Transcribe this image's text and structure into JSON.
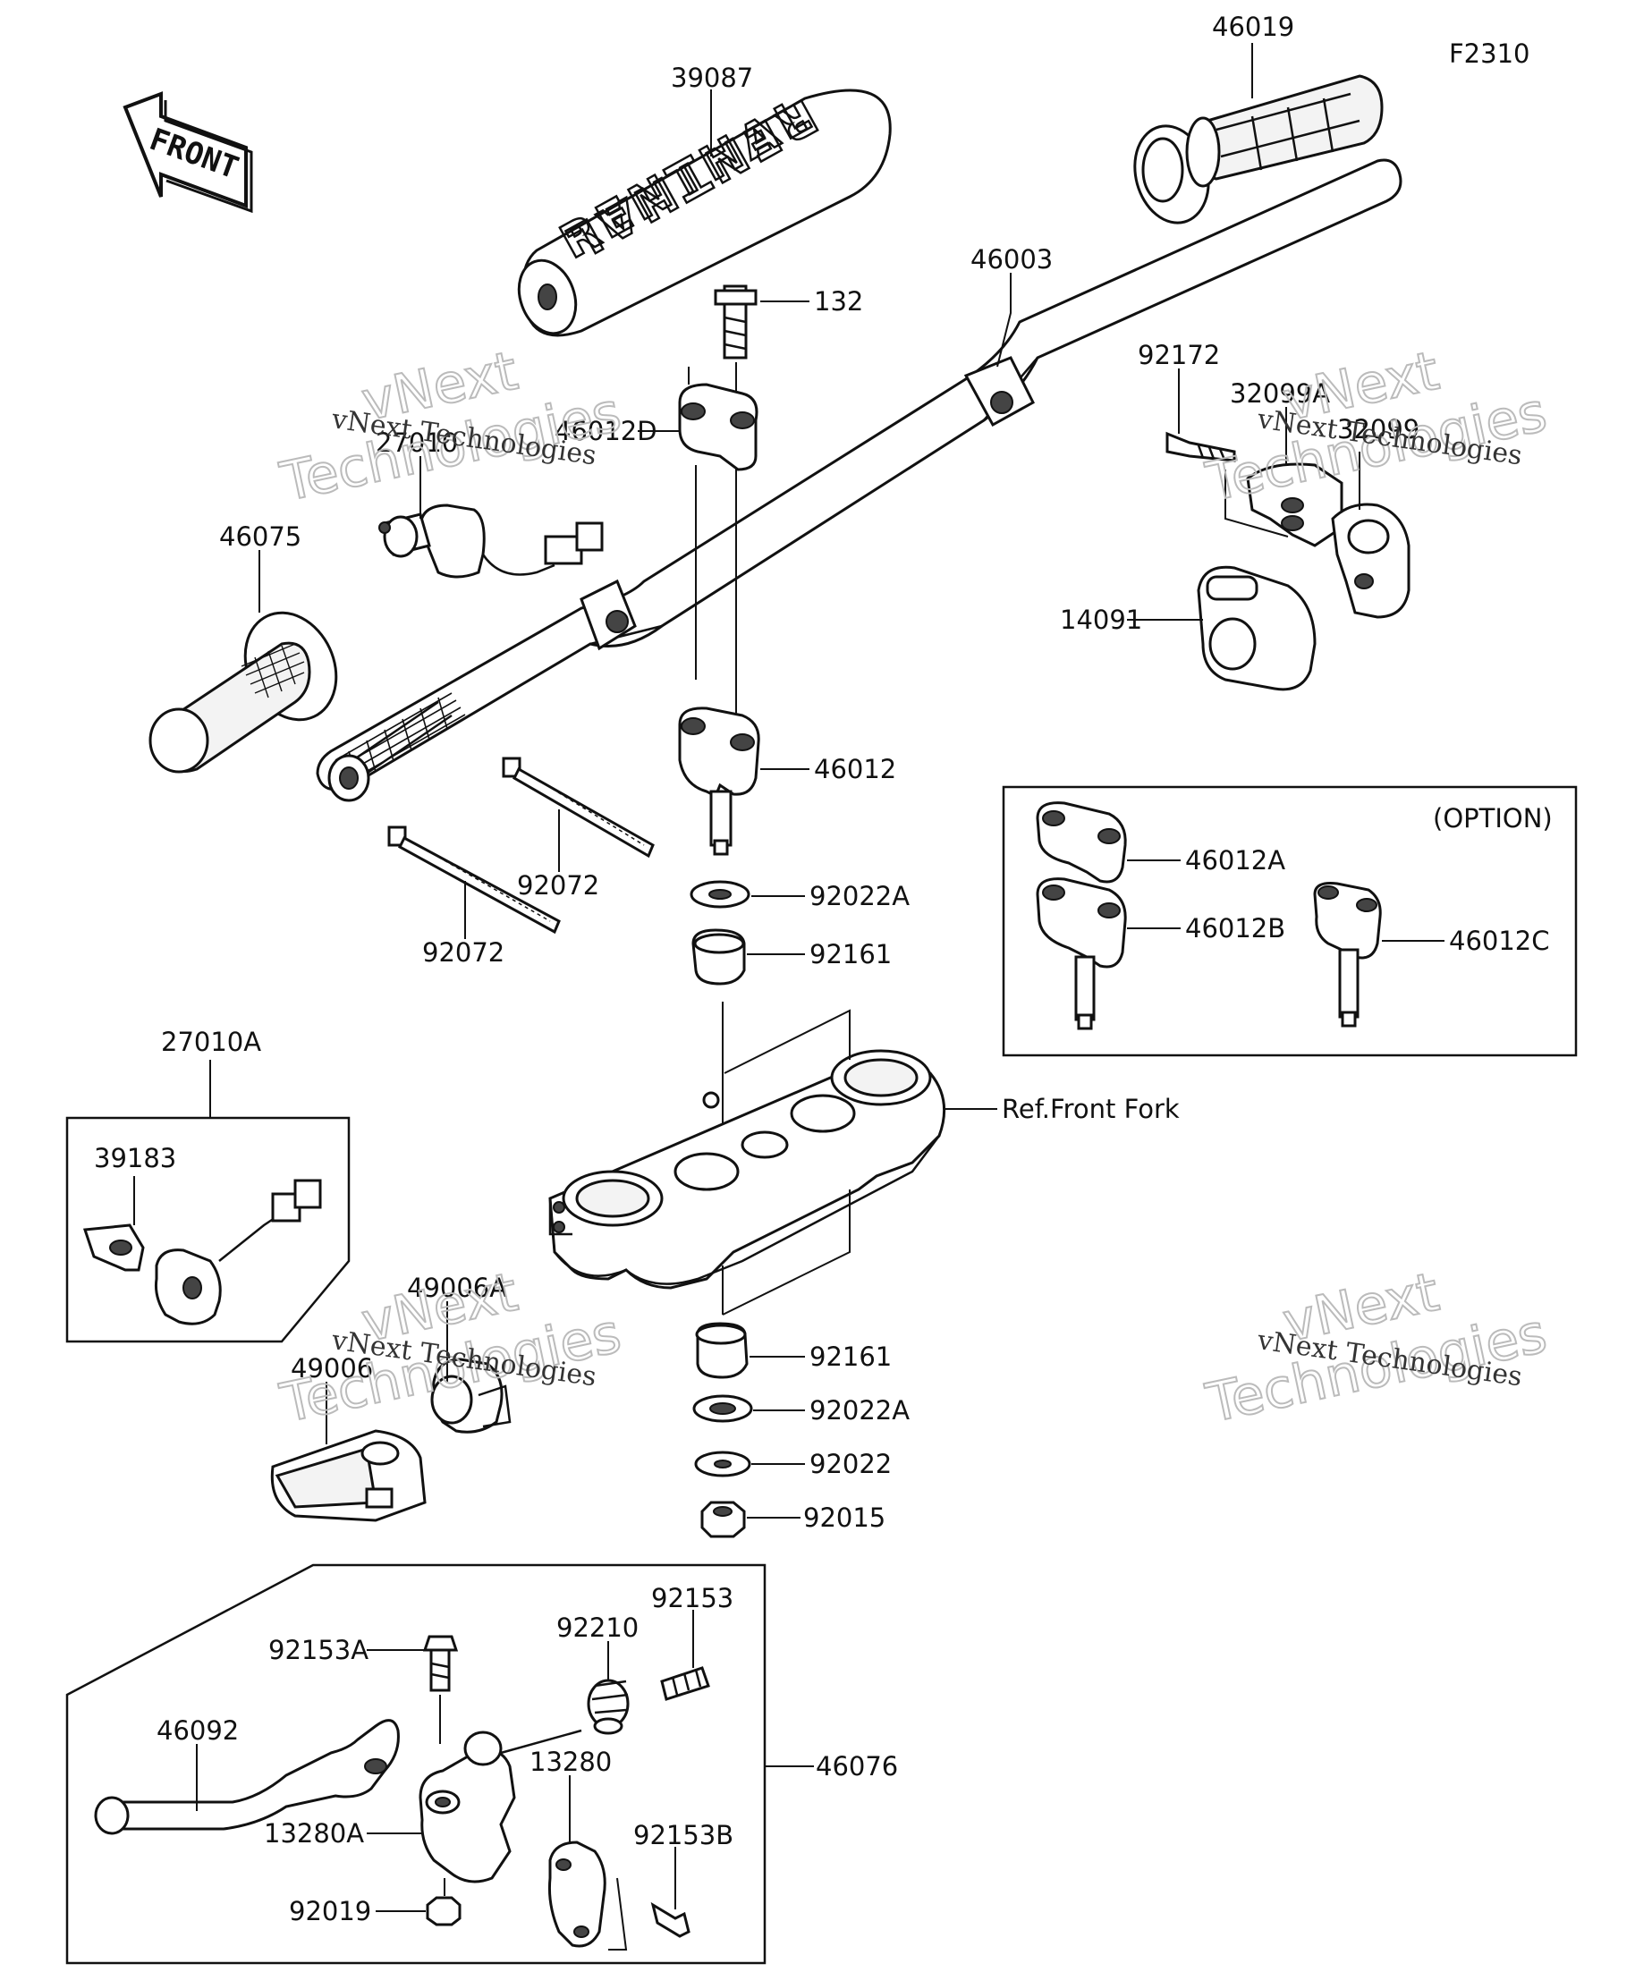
{
  "figure_code": "F2310",
  "front_marker": "FRONT",
  "brand_text": "RENTHAL",
  "option_label": "(OPTION)",
  "reference": "Ref.Front Fork",
  "watermark": {
    "line1": "vNext Technologies",
    "line2a": "vNext",
    "line2b": "Technologies"
  },
  "parts": {
    "p39087": "39087",
    "p46019": "46019",
    "p46003": "46003",
    "p132": "132",
    "p46012D": "46012D",
    "p27010": "27010",
    "p46075": "46075",
    "p92172": "92172",
    "p32099A": "32099A",
    "p32099": "32099",
    "p14091": "14091",
    "p46012": "46012",
    "p92072a": "92072",
    "p92072b": "92072",
    "p92022A_top": "92022A",
    "p92161_top": "92161",
    "p46012A": "46012A",
    "p46012B": "46012B",
    "p46012C": "46012C",
    "p27010A": "27010A",
    "p39183": "39183",
    "p49006A": "49006A",
    "p49006": "49006",
    "p92161_bot": "92161",
    "p92022A_bot": "92022A",
    "p92022": "92022",
    "p92015": "92015",
    "p92153A": "92153A",
    "p92210": "92210",
    "p92153": "92153",
    "p46092": "46092",
    "p46076": "46076",
    "p13280": "13280",
    "p13280A": "13280A",
    "p92153B": "92153B",
    "p92019": "92019"
  }
}
